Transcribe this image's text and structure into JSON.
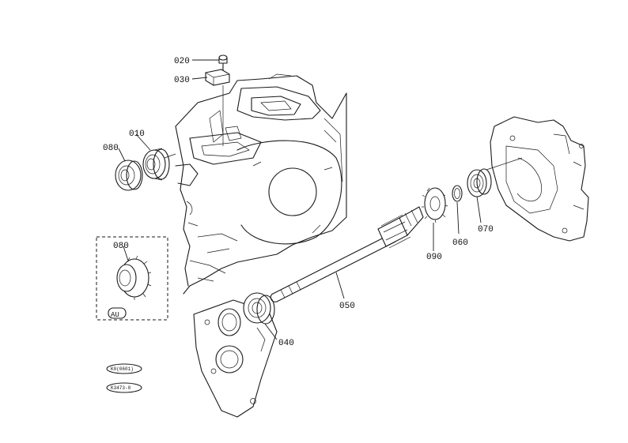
{
  "callouts": {
    "c020": "020",
    "c030": "030",
    "c010": "010",
    "c080_top": "080",
    "c080_box": "080",
    "c090": "090",
    "c060": "060",
    "c070": "070",
    "c050": "050",
    "c040": "040"
  },
  "variant_tag": "AU",
  "codes": {
    "code1": "K0(0601)",
    "code2": "K3473-0"
  }
}
